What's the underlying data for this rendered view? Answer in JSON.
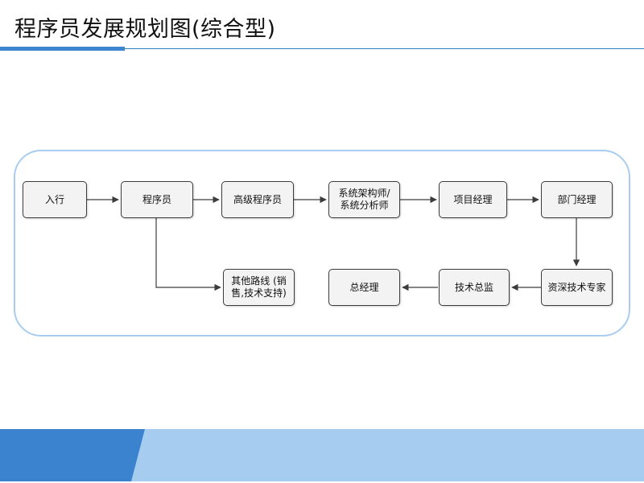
{
  "slide": {
    "title": "程序员发展规划图(综合型)"
  },
  "nodes": {
    "entry": "入行",
    "programmer": "程序员",
    "senior_programmer": "高级程序员",
    "architect_line1": "系统架构师/",
    "architect_line2": "系统分析师",
    "project_manager": "项目经理",
    "department_manager": "部门经理",
    "other_paths_line1": "其他路线 (销",
    "other_paths_line2": "售,技术支持)",
    "senior_tech_expert": "资深技术专家",
    "tech_director": "技术总监",
    "general_manager": "总经理"
  },
  "colors": {
    "frame": "#a8cdef",
    "title_rule": "#2f7fc8",
    "band_light": "#a6cdef",
    "band_dark": "#3c83cf",
    "node_fill": "#f3f3f3",
    "node_border": "#3c3c3c"
  }
}
